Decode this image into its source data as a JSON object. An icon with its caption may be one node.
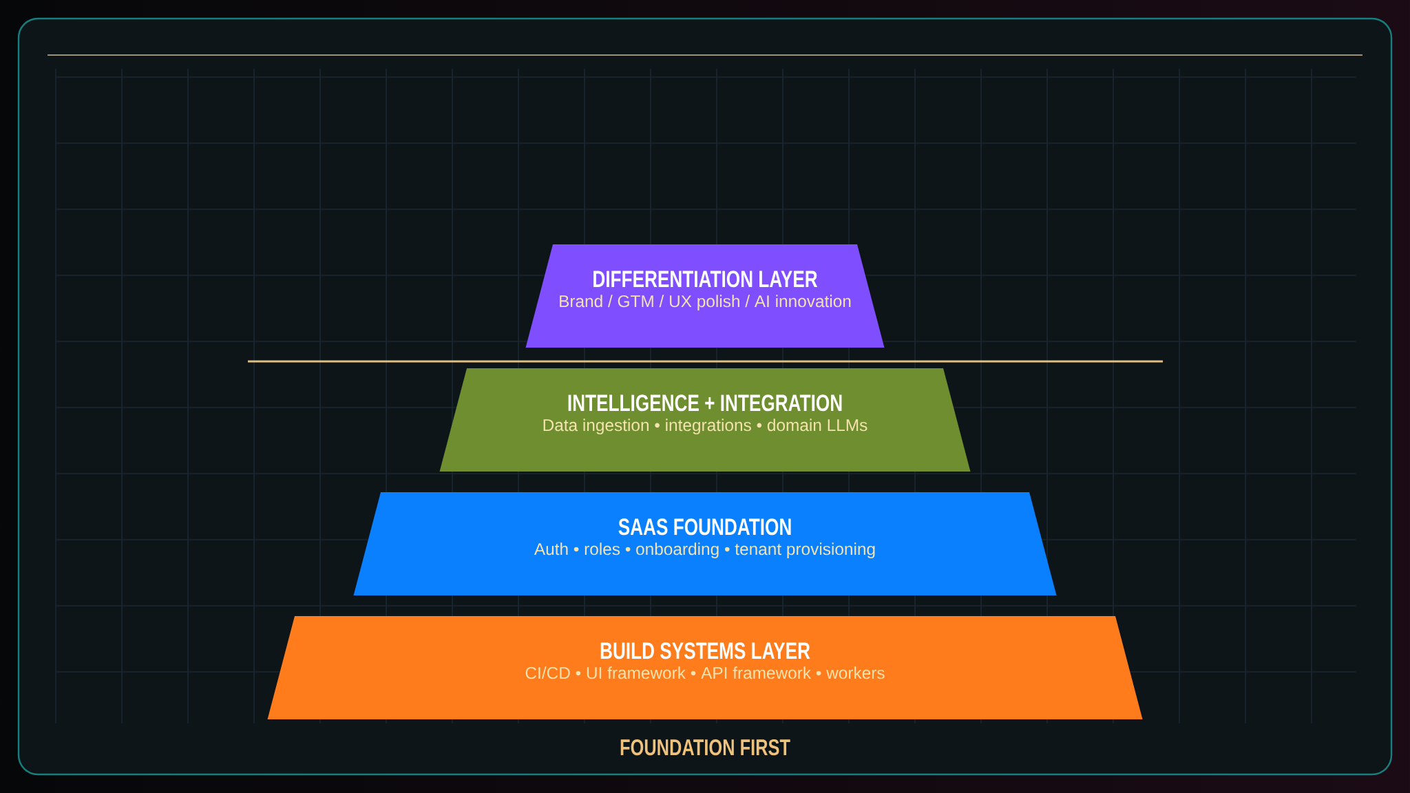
{
  "diagram": {
    "nodes": [
      {
        "text": [
          "DIFFERENTIATION LAYER",
          "Brand / GTM / UX polish / AI innovation"
        ]
      },
      {
        "text": [
          "INTELLIGENCE + INTEGRATION",
          "Data ingestion • integrations • domain LLMs"
        ]
      },
      {
        "text": [
          "SAAS FOUNDATION",
          "Auth • roles • onboarding • tenant provisioning"
        ]
      },
      {
        "text": [
          "BUILD SYSTEMS LAYER",
          "CI/CD • UI framework • API framework • workers"
        ]
      }
    ],
    "labels": [
      "FOUNDATION FIRST"
    ]
  }
}
